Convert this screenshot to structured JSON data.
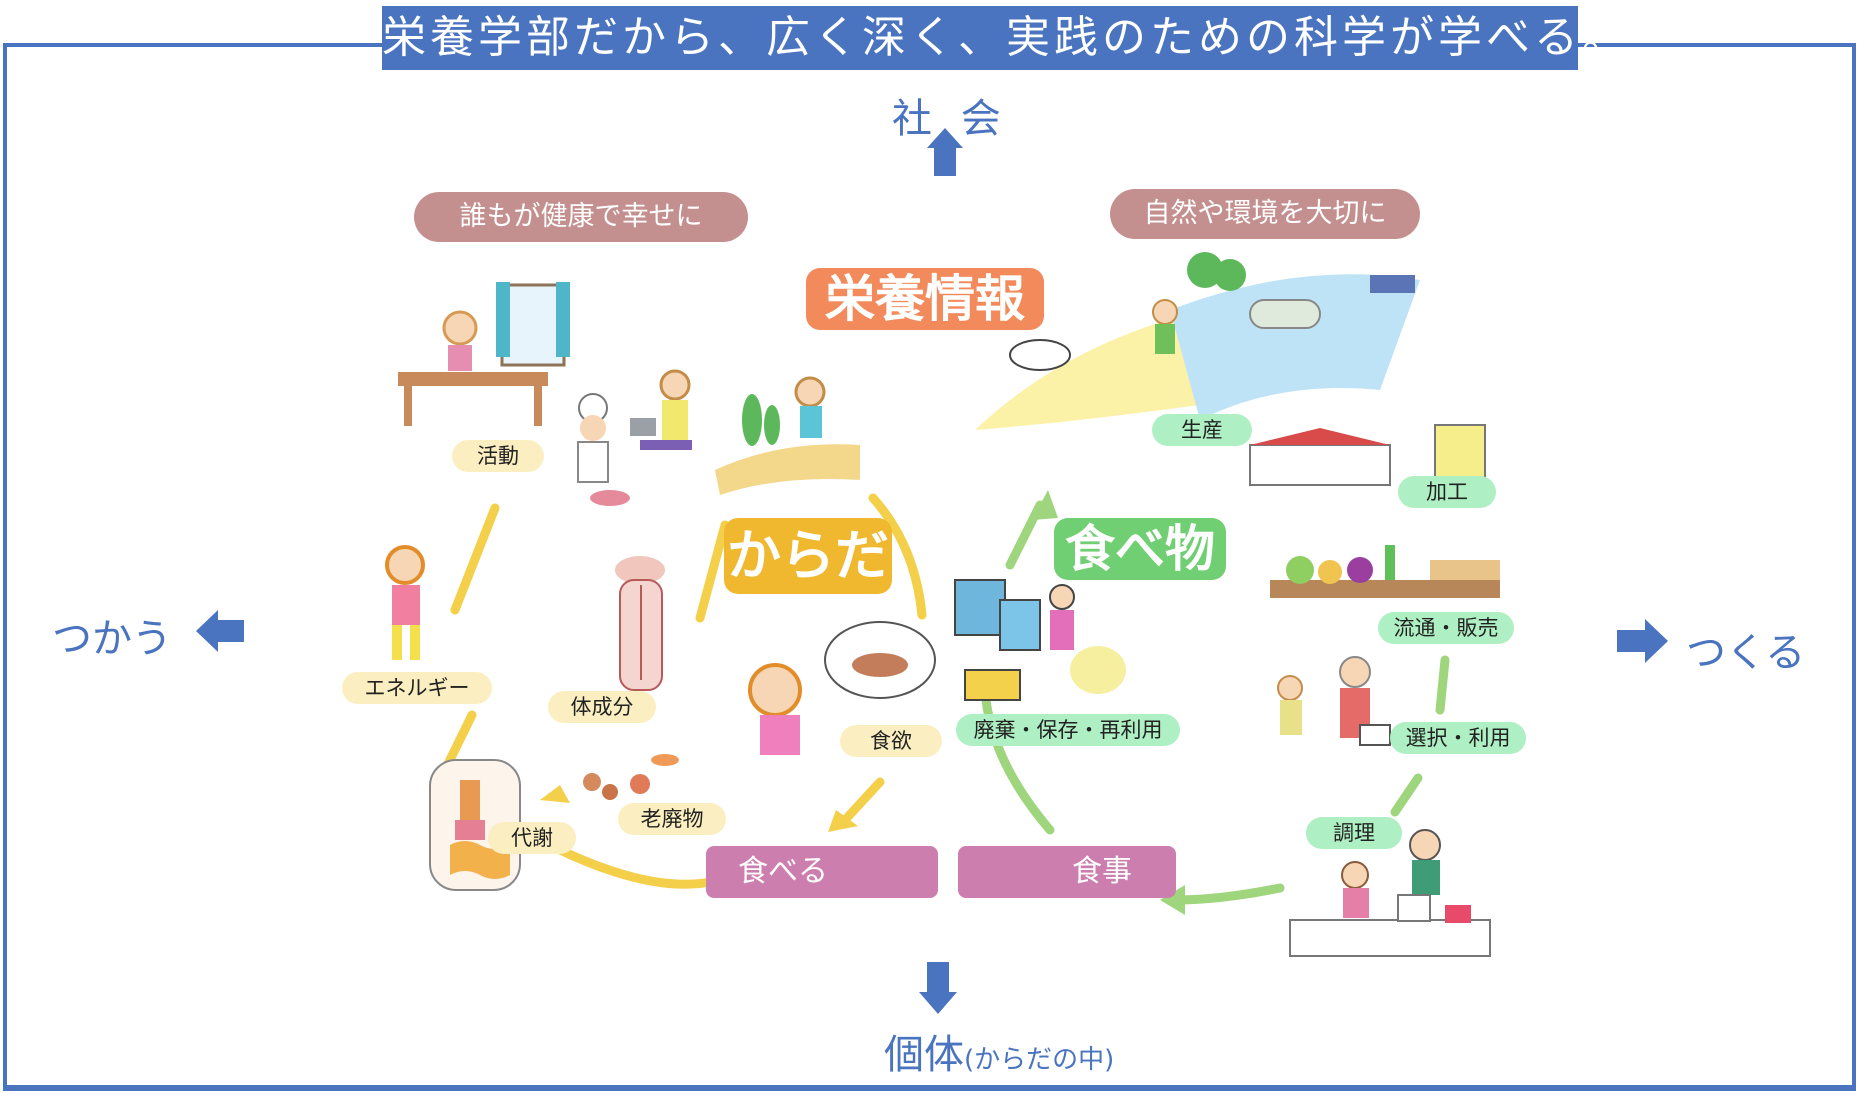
{
  "header": {
    "title": "栄養学部だから、広く深く、実践のための科学が学べる。"
  },
  "axes": {
    "top": "社 会",
    "left": "つかう",
    "right": "つくる",
    "bottom_main": "個体",
    "bottom_sub": "(からだの中)"
  },
  "goals": {
    "left": "誰もが健康で幸せに",
    "right": "自然や環境を大切に"
  },
  "main_labels": {
    "info": "栄養情報",
    "body": "からだ",
    "food": "食べ物"
  },
  "body_cycle": [
    "活動",
    "エネルギー",
    "体成分",
    "代謝",
    "老廃物",
    "食欲"
  ],
  "food_cycle": [
    "生産",
    "加工",
    "流通・販売",
    "選択・利用",
    "調理",
    "廃棄・保存・再利用"
  ],
  "bottom_links": {
    "eat": "食べる",
    "meal": "食事"
  },
  "colors": {
    "accent": "#4a74bf",
    "info": "#f28a5c",
    "body": "#f0b82e",
    "food": "#6fcf72",
    "goal": "#c4908f",
    "link": "#cc7fae",
    "body_arrow": "#f4cf4a",
    "food_arrow": "#9fd57d"
  }
}
